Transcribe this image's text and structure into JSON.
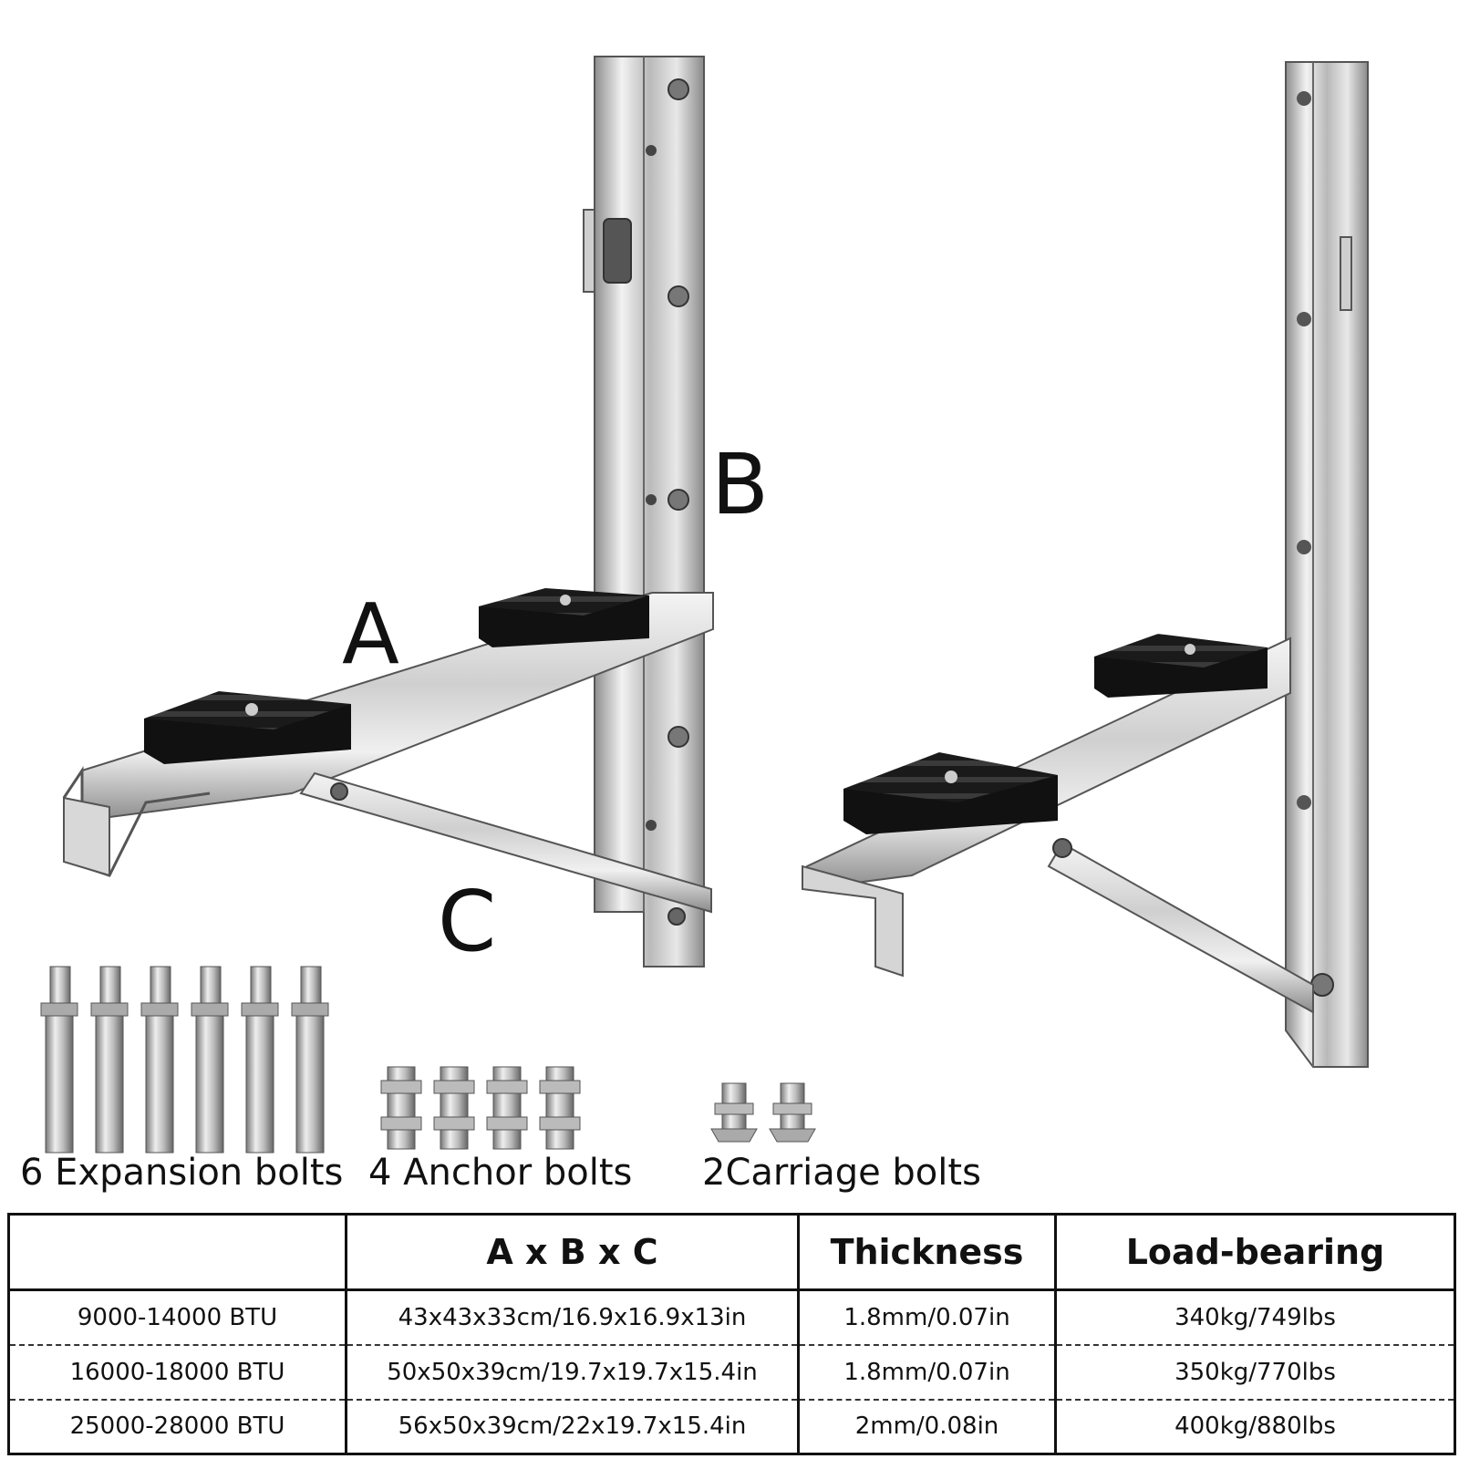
{
  "labels": {
    "a": "A",
    "b": "B",
    "c": "C"
  },
  "hardware": {
    "expansion": "6 Expansion bolts",
    "anchor": "4 Anchor bolts",
    "carriage": "2Carriage bolts"
  },
  "table": {
    "headers": [
      "",
      "A x B x C",
      "Thickness",
      "Load-bearing"
    ],
    "rows": [
      [
        "9000-14000 BTU",
        "43x43x33cm/16.9x16.9x13in",
        "1.8mm/0.07in",
        "340kg/749lbs"
      ],
      [
        "16000-18000 BTU",
        "50x50x39cm/19.7x19.7x15.4in",
        "1.8mm/0.07in",
        "350kg/770lbs"
      ],
      [
        "25000-28000 BTU",
        "56x50x39cm/22x19.7x15.4in",
        "2mm/0.08in",
        "400kg/880lbs"
      ]
    ]
  }
}
